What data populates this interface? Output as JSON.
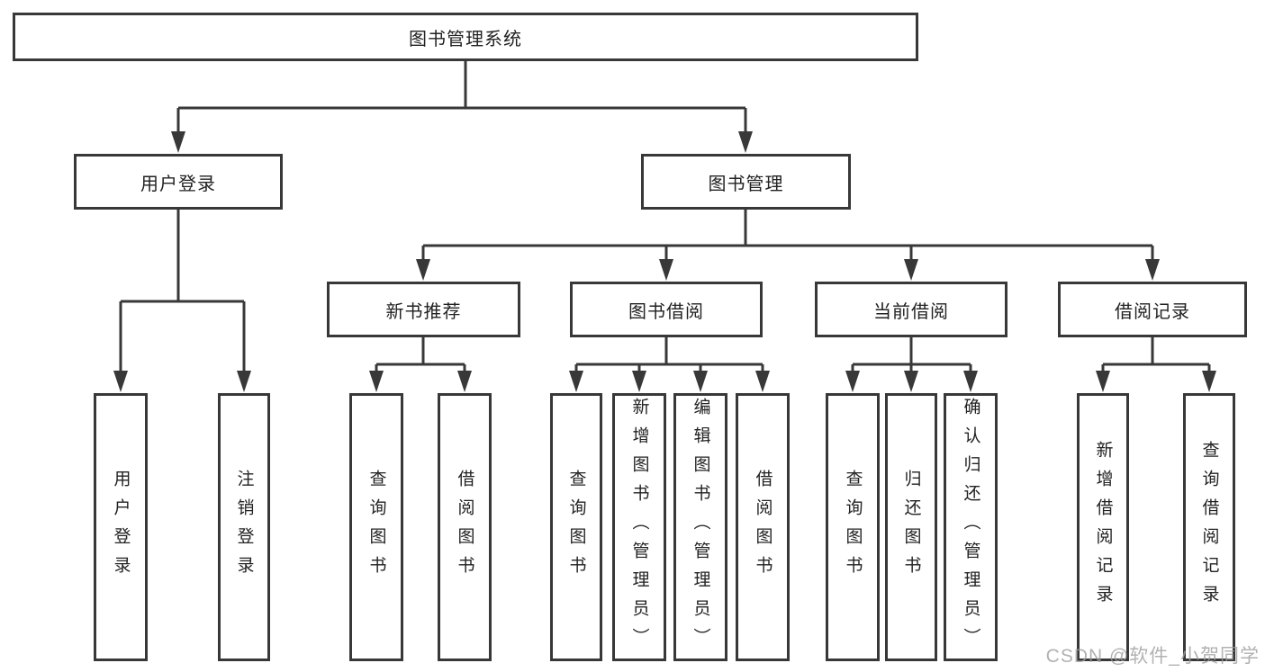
{
  "tree": {
    "label": "图书管理系统",
    "children": [
      {
        "label": "用户登录",
        "children": [
          {
            "label": "用户登录"
          },
          {
            "label": "注销登录"
          }
        ]
      },
      {
        "label": "图书管理",
        "children": [
          {
            "label": "新书推荐",
            "children": [
              {
                "label": "查询图书"
              },
              {
                "label": "借阅图书"
              }
            ]
          },
          {
            "label": "图书借阅",
            "children": [
              {
                "label": "查询图书"
              },
              {
                "label": "新增图书（管理员）"
              },
              {
                "label": "编辑图书（管理员）"
              },
              {
                "label": "借阅图书"
              }
            ]
          },
          {
            "label": "当前借阅",
            "children": [
              {
                "label": "查询图书"
              },
              {
                "label": "归还图书"
              },
              {
                "label": "确认归还（管理员）"
              }
            ]
          },
          {
            "label": "借阅记录",
            "children": [
              {
                "label": "新增借阅记录"
              },
              {
                "label": "查询借阅记录"
              }
            ]
          }
        ]
      }
    ]
  },
  "watermark": "CSDN @软件_小贺同学",
  "colors": {
    "line": "#383838",
    "box_border": "#383838",
    "text": "#222222",
    "background": "#ffffff",
    "watermark": "#9e9e9e"
  }
}
